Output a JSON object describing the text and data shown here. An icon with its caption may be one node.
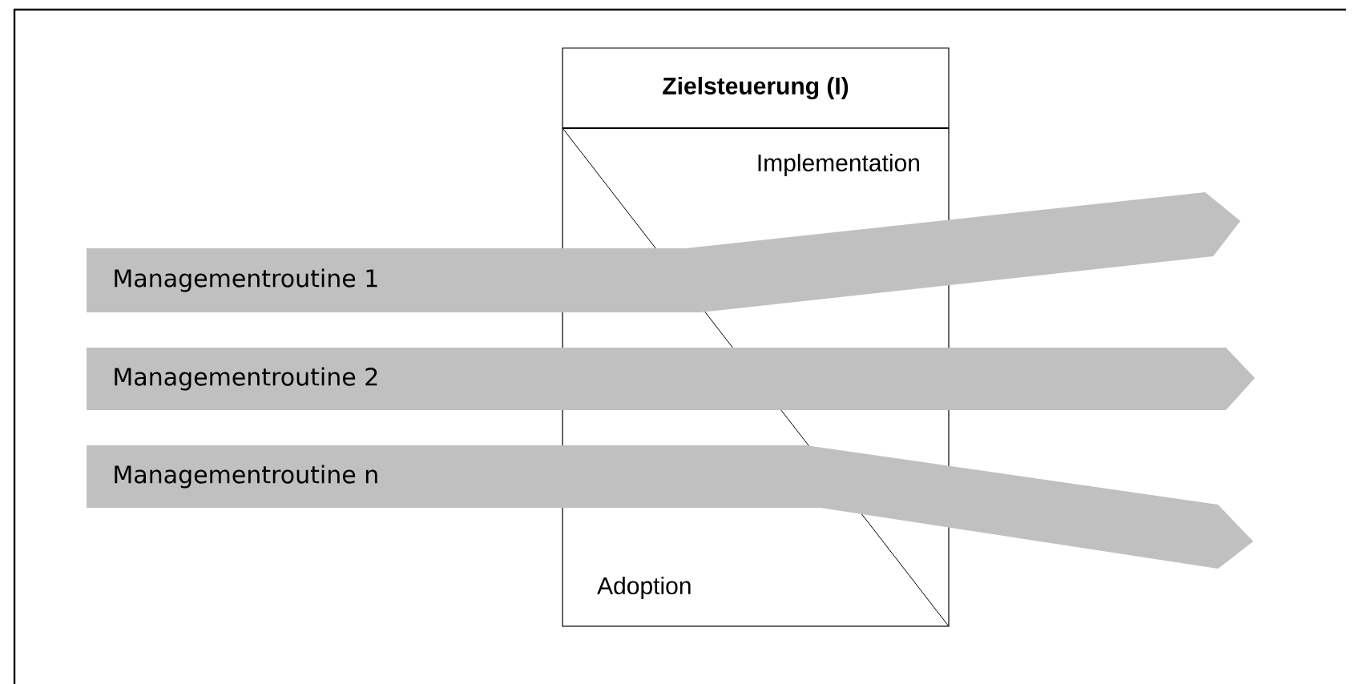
{
  "diagram": {
    "nodes": [
      {
        "text": [
          "Zielsteuerung (I)",
          "Implementation",
          "Adoption"
        ]
      },
      {
        "text": [
          "Managementroutine 1"
        ]
      },
      {
        "text": [
          "Managementroutine 2"
        ]
      },
      {
        "text": [
          "Managementroutine n"
        ]
      }
    ]
  }
}
